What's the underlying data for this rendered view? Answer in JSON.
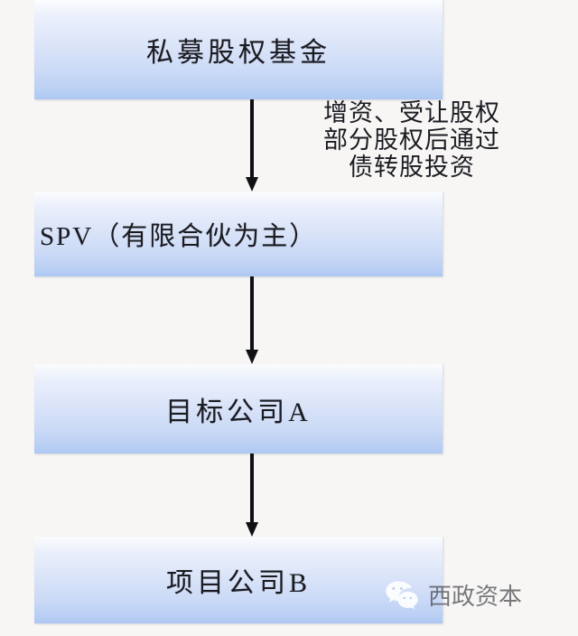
{
  "diagram": {
    "type": "vertical-flowchart",
    "nodes": [
      {
        "id": "pe-fund",
        "label": "私募股权基金"
      },
      {
        "id": "spv",
        "label": "SPV（有限合伙为主）"
      },
      {
        "id": "target-company",
        "label": "目标公司A"
      },
      {
        "id": "project-company",
        "label": "项目公司B"
      }
    ],
    "edges": [
      {
        "id": "fund-to-spv",
        "from": "pe-fund",
        "to": "spv",
        "direction": "down",
        "annotation_lines": [
          "增资、受让股权",
          "部分股权后通过",
          "债转股投资"
        ]
      },
      {
        "id": "spv-to-target",
        "from": "spv",
        "to": "target-company",
        "direction": "down",
        "annotation_lines": []
      },
      {
        "id": "target-to-project",
        "from": "target-company",
        "to": "project-company",
        "direction": "down",
        "annotation_lines": []
      }
    ],
    "colors": {
      "background": "#f7f6f4",
      "box_gradient_top": "#fbfcfe",
      "box_gradient_bottom": "#aec8f2",
      "arrow": "#101014",
      "text": "#1b1b22"
    }
  },
  "watermark": {
    "icon": "wechat-icon",
    "label": "西政资本",
    "icon_color": "#ffffff"
  }
}
